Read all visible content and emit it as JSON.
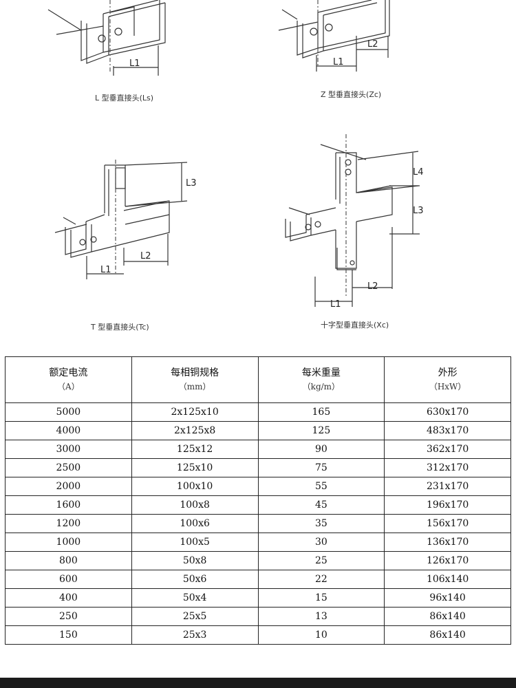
{
  "diagrams": [
    {
      "caption": "L 型垂直接头(Ls)",
      "dims": [
        "L1"
      ]
    },
    {
      "caption": "Z 型垂直接头(Zc)",
      "dims": [
        "L1",
        "L2"
      ]
    },
    {
      "caption": "T 型垂直接头(Tc)",
      "dims": [
        "L1",
        "L2",
        "L3"
      ]
    },
    {
      "caption": "十字型垂直接头(Xc)",
      "dims": [
        "L1",
        "L2",
        "L3",
        "L4"
      ]
    }
  ],
  "table": {
    "headers": [
      {
        "title": "额定电流",
        "unit": "（A）"
      },
      {
        "title": "每相铜规格",
        "unit": "（mm）"
      },
      {
        "title": "每米重量",
        "unit": "（kg/m）"
      },
      {
        "title": "外形",
        "unit": "（HxW）"
      }
    ],
    "rows": [
      [
        "5000",
        "2x125x10",
        "165",
        "630x170"
      ],
      [
        "4000",
        "2x125x8",
        "125",
        "483x170"
      ],
      [
        "3000",
        "125x12",
        "90",
        "362x170"
      ],
      [
        "2500",
        "125x10",
        "75",
        "312x170"
      ],
      [
        "2000",
        "100x10",
        "55",
        "231x170"
      ],
      [
        "1600",
        "100x8",
        "45",
        "196x170"
      ],
      [
        "1200",
        "100x6",
        "35",
        "156x170"
      ],
      [
        "1000",
        "100x5",
        "30",
        "136x170"
      ],
      [
        "800",
        "50x8",
        "25",
        "126x170"
      ],
      [
        "600",
        "50x6",
        "22",
        "106x140"
      ],
      [
        "400",
        "50x4",
        "15",
        "96x140"
      ],
      [
        "250",
        "25x5",
        "13",
        "86x140"
      ],
      [
        "150",
        "25x3",
        "10",
        "86x140"
      ]
    ]
  }
}
